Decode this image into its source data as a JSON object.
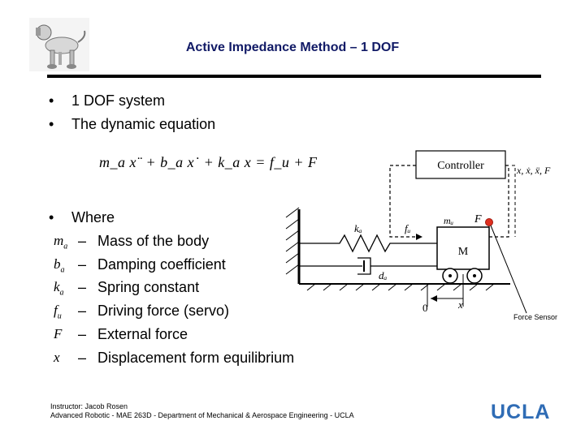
{
  "slide": {
    "title": "Active Impedance Method – 1 DOF",
    "bullets": [
      "1 DOF system",
      "The dynamic equation"
    ],
    "bullet_marker": "•",
    "equation": "m_a x¨ + b_a x˙ + k_a x = f_u + F",
    "where_label": "Where",
    "definitions": [
      {
        "sym": "m",
        "sub": "a",
        "desc": "Mass of the body"
      },
      {
        "sym": "b",
        "sub": "a",
        "desc": "Damping coefficient"
      },
      {
        "sym": "k",
        "sub": "a",
        "desc": "Spring constant"
      },
      {
        "sym": "f",
        "sub": "u",
        "desc": "Driving force (servo)"
      },
      {
        "sym": "F",
        "sub": "",
        "desc": "External force"
      },
      {
        "sym": "x",
        "sub": "",
        "desc": "Displacement form equilibrium"
      }
    ],
    "dash": "–"
  },
  "diagram": {
    "controller_label": "Controller",
    "feedback_label": "x, ẋ, ẍ, F",
    "spring_label": "kₐ",
    "damper_label": "dₐ",
    "drive_label": "fᵤ",
    "mass_label": "mᵤ",
    "block_label": "M",
    "force_label": "F",
    "origin_label": "0",
    "x_label": "x",
    "sensor_label": "Force Sensor",
    "sensor_color": "#e03020"
  },
  "footer": {
    "line1": "Instructor: Jacob Rosen",
    "line2": "Advanced Robotic - MAE 263D - Department of Mechanical & Aerospace Engineering - UCLA",
    "brand": "UCLA",
    "brand_color": "#2f6cb5"
  },
  "logo_icon": "robot-dog-icon"
}
